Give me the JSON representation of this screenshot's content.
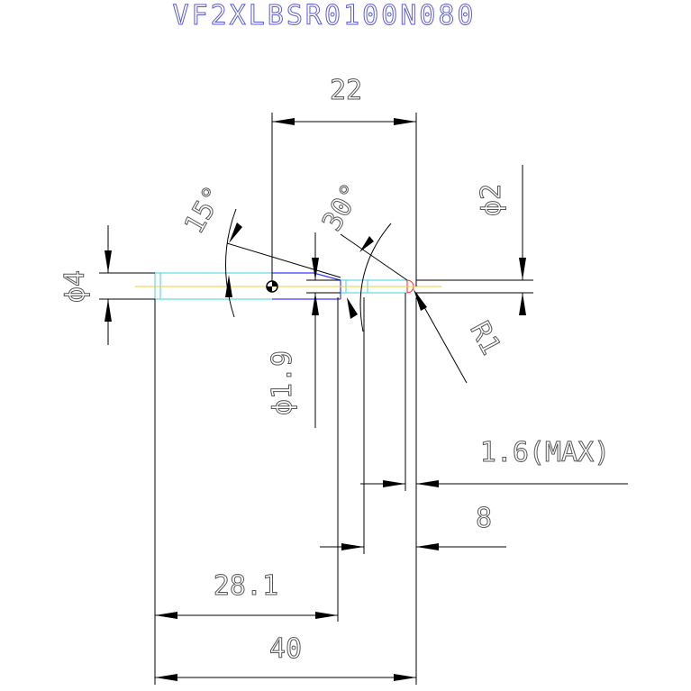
{
  "title": "VF2XLBSR0100N080",
  "dimensions": {
    "overall_length": "40",
    "neck_length": "28.1",
    "flute_length": "8",
    "tip_length": "1.6(MAX)",
    "gauge_length": "22",
    "shank_diameter": "ϕ4",
    "neck_diameter": "ϕ1.9",
    "tip_diameter": "ϕ2",
    "radius": "R1",
    "angle_taper": "15°",
    "angle_tip": "30°"
  },
  "colors": {
    "dimension": "#000000",
    "text": "#555555",
    "title": "#5a5ad8",
    "outline_cyan": "#3fd3e0",
    "outline_blue": "#3a3aff",
    "tip_red": "#ff2020",
    "centerline_yellow": "#e8d23a"
  }
}
